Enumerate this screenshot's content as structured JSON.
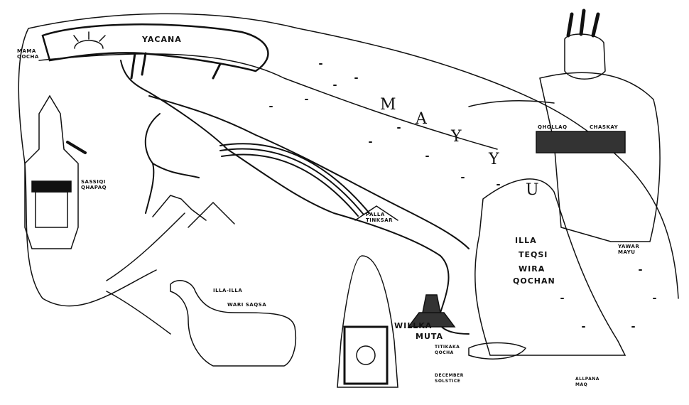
{
  "labels": {
    "yacana": "YACANA",
    "mama_qocha": "MAMA QOCHA",
    "sassiqi_qhapaq": "SASSIQI QHAPAQ",
    "qhollaq": "QHOLLAQ",
    "chaskay": "CHASKAY",
    "illa": "ILLA",
    "teqsi": "TEQSI",
    "wira": "WIRA",
    "qochan": "QOCHAN",
    "yawar_mayu": "YAWAR MAYU",
    "illa_illa": "ILLA-ILLA",
    "wari_saqsa": "WARI SAQSA",
    "willka": "WILLKA",
    "muta": "MUTA",
    "palla_tinksar": "PALLA TINKSAR",
    "titikaka_qocha": "TITIKAKA QOCHA",
    "december_solstice": "DECEMBER SOLSTICE",
    "allpana_maq": "ALLPANA MAQ"
  },
  "mayu_letters": [
    "M",
    "A",
    "Y",
    "Y",
    "U"
  ],
  "colors": {
    "ink": "#111111",
    "paper": "#ffffff"
  }
}
